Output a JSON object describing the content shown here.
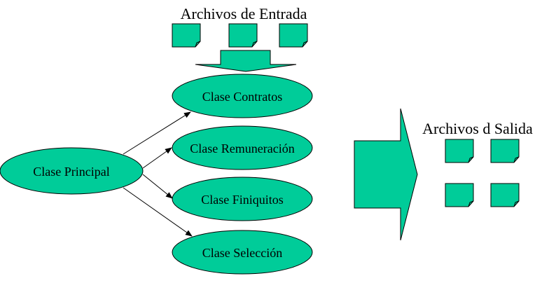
{
  "diagram": {
    "input_title": "Archivos de Entrada",
    "output_title": "Archivos d Salida",
    "main_class": "Clase Principal",
    "classes": [
      "Clase Contratos",
      "Clase Remuneración",
      "Clase Finiquitos",
      "Clase Selección"
    ],
    "input_files_count": 3,
    "output_files_count": 4
  },
  "colors": {
    "fill": "#00CC99",
    "stroke": "#000000",
    "background": "#FFFFFF"
  }
}
